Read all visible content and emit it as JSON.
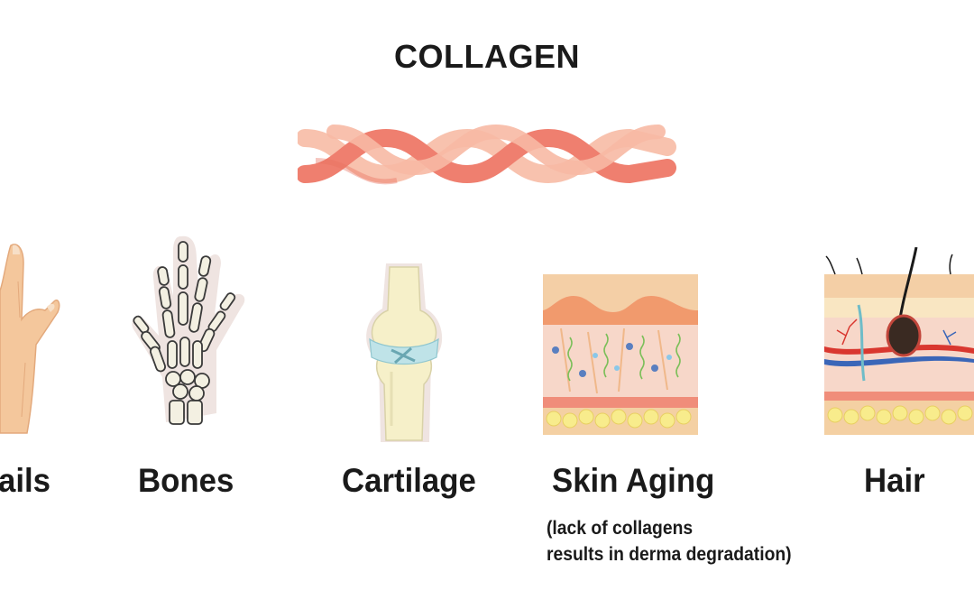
{
  "title": "COLLAGEN",
  "items": [
    {
      "label": "ails",
      "icon": "finger-nail-icon"
    },
    {
      "label": "Bones",
      "icon": "hand-skeleton-icon"
    },
    {
      "label": "Cartilage",
      "icon": "knee-joint-icon"
    },
    {
      "label": "Skin Aging",
      "icon": "skin-cross-section-icon"
    },
    {
      "label": "Hair",
      "icon": "hair-follicle-icon"
    }
  ],
  "skin_note": {
    "line1": "(lack of collagens",
    "line2": "results in derma degradation)"
  },
  "colors": {
    "fiber_dark": "#ef7f6f",
    "fiber_light": "#f8c2ae",
    "skin_tone": "#f4c79c",
    "bone": "#f3f0e2",
    "cartilage_blue": "#bfe3e8"
  }
}
